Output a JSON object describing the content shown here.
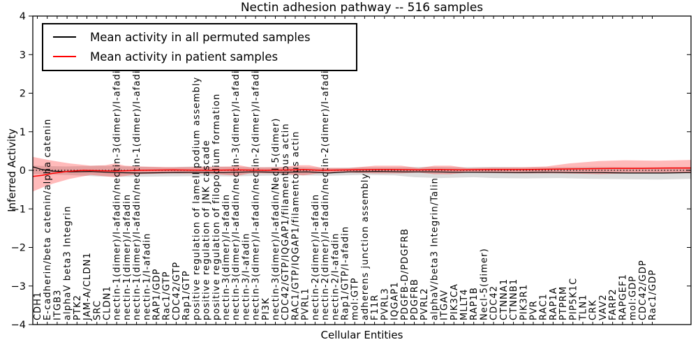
{
  "title": "Nectin adhesion pathway -- 516 samples",
  "axes": {
    "y_label": "Inferred Activity",
    "x_label": "Cellular Entities",
    "y_ticks": [
      4,
      3,
      2,
      1,
      0,
      -1,
      -2,
      -3,
      -4
    ],
    "y_min": -4,
    "y_max": 4
  },
  "legend": {
    "entries": [
      {
        "label": "Mean activity in all permuted samples",
        "color": "#000000"
      },
      {
        "label": "Mean activity in patient samples",
        "color": "#ff0000"
      }
    ]
  },
  "colors": {
    "permuted_line": "#000000",
    "patient_line": "#ff0000",
    "permuted_band": "#8c8c8c",
    "patient_band": "#ff0000",
    "axis": "#000000"
  },
  "chart_data": {
    "type": "line",
    "title": "Nectin adhesion pathway -- 516 samples",
    "xlabel": "Cellular Entities",
    "ylabel": "Inferred Activity",
    "ylim": [
      -4,
      4
    ],
    "grid": false,
    "legend_position": "upper left",
    "categories": [
      "CDH1",
      "E-cadherin/beta catenin/alpha catenin",
      "ITGB3",
      "alphaV beta3 Integrin",
      "PTK2",
      "JAM-A/CLDN1",
      "SRC",
      "CLDN1",
      "nectin-1(dimer)/I-afadin/nectin-3(dimer)/I-afadin",
      "nectin-1(dimer)/I-afadin",
      "nectin-1(dimer)/I-afadin/nectin-1(dimer)/I-afadin",
      "nectin-1/I-afadin",
      "RAP1/GDP",
      "Rac1/GTP",
      "CDC42/GTP",
      "Rap1/GTP",
      "positive regulation of lamellipodium assembly",
      "positive regulation of JNK cascade",
      "positive regulation of filopodium formation",
      "nectin-3(dimer)/I-afadin",
      "nectin-3(dimer)/I-afadin/nectin-3(dimer)/I-afadin",
      "nectin-3/I-afadin",
      "nectin-3(dimer)/I-afadin/nectin-2(dimer)/I-afadin",
      "PI3K",
      "nectin-3(dimer)/I-afadin/Necl-5(dimer)",
      "CDC42/GTP/IQGAP1/filamentous actin",
      "RAC1/GTP/IQGAP1/filamentous actin",
      "PVRL1",
      "nectin-2(dimer)/I-afadin",
      "nectin-2(dimer)/I-afadin/nectin-2(dimer)/I-afadin",
      "nectin-2/I-afadin",
      "Rap1/GTP/I-afadin",
      "mol:GTP",
      "adherens junction assembly",
      "F11R",
      "PVRL3",
      "IQGAP1",
      "PDGFB-D/PDGFRB",
      "PDGFRB",
      "PVRL2",
      "alphaV/beta3 Integrin/Talin",
      "ITGAV",
      "PIK3CA",
      "MLLT4",
      "RAP1B",
      "Necl-5(dimer)",
      "CDC42",
      "CTNNA1",
      "CTNNB1",
      "PIK3R1",
      "PVR",
      "RAC1",
      "RAP1A",
      "PTPRM",
      "PIP5K1C",
      "TLN1",
      "CRK",
      "VAV2",
      "FARP2",
      "RAPGEF1",
      "mol:GDP",
      "CDC42/GDP",
      "Rac1/GDP"
    ],
    "series": [
      {
        "name": "Mean activity in all permuted samples",
        "color": "#000000",
        "style": "solid",
        "points_frac": [
          [
            0,
            0.09
          ],
          [
            0.014,
            0.02
          ],
          [
            0.03,
            -0.02
          ],
          [
            0.056,
            -0.04
          ],
          [
            0.088,
            -0.03
          ],
          [
            0.125,
            -0.06
          ],
          [
            0.162,
            -0.07
          ],
          [
            0.205,
            -0.06
          ],
          [
            0.247,
            -0.05
          ],
          [
            0.29,
            -0.06
          ],
          [
            0.332,
            -0.04
          ],
          [
            0.374,
            -0.05
          ],
          [
            0.417,
            -0.04
          ],
          [
            0.449,
            -0.07
          ],
          [
            0.48,
            -0.04
          ],
          [
            0.523,
            -0.03
          ],
          [
            0.565,
            -0.04
          ],
          [
            0.608,
            -0.04
          ],
          [
            0.65,
            -0.05
          ],
          [
            0.692,
            -0.05
          ],
          [
            0.735,
            -0.06
          ],
          [
            0.777,
            -0.05
          ],
          [
            0.82,
            -0.06
          ],
          [
            0.862,
            -0.06
          ],
          [
            0.904,
            -0.07
          ],
          [
            0.957,
            -0.07
          ],
          [
            1,
            -0.06
          ]
        ]
      },
      {
        "name": "Mean activity in patient samples",
        "color": "#ff0000",
        "style": "solid",
        "points_frac": [
          [
            0,
            -0.16
          ],
          [
            0.014,
            -0.13
          ],
          [
            0.03,
            -0.08
          ],
          [
            0.051,
            -0.03
          ],
          [
            0.077,
            0
          ],
          [
            0.125,
            -0.02
          ],
          [
            0.162,
            0
          ],
          [
            0.215,
            0.01
          ],
          [
            0.268,
            0
          ],
          [
            0.311,
            0.01
          ],
          [
            0.353,
            0
          ],
          [
            0.396,
            0.01
          ],
          [
            0.411,
            0.02
          ],
          [
            0.438,
            0
          ],
          [
            0.48,
            0.01
          ],
          [
            0.528,
            0.02
          ],
          [
            0.544,
            0.02
          ],
          [
            0.586,
            0.01
          ],
          [
            0.618,
            0.02
          ],
          [
            0.65,
            0.01
          ],
          [
            0.692,
            0.02
          ],
          [
            0.745,
            0.02
          ],
          [
            0.798,
            0.03
          ],
          [
            0.841,
            0.04
          ],
          [
            0.883,
            0.05
          ],
          [
            0.925,
            0.05
          ],
          [
            0.968,
            0.06
          ],
          [
            1,
            0.06
          ]
        ]
      }
    ],
    "bands": [
      {
        "name": "permuted samples std band",
        "color": "#8c8c8c",
        "opacity": 0.3,
        "upper_frac": [
          [
            0,
            0.12
          ],
          [
            0.05,
            0.1
          ],
          [
            0.1,
            0.12
          ],
          [
            0.15,
            0.1
          ],
          [
            0.2,
            0.08
          ],
          [
            0.25,
            0.1
          ],
          [
            0.3,
            0.09
          ],
          [
            0.35,
            0.08
          ],
          [
            0.4,
            0.09
          ],
          [
            0.45,
            0.06
          ],
          [
            0.5,
            0.08
          ],
          [
            0.55,
            0.08
          ],
          [
            0.6,
            0.09
          ],
          [
            0.65,
            0.08
          ],
          [
            0.7,
            0.09
          ],
          [
            0.75,
            0.08
          ],
          [
            0.8,
            0.08
          ],
          [
            0.85,
            0.09
          ],
          [
            0.9,
            0.08
          ],
          [
            0.95,
            0.08
          ],
          [
            1,
            0.09
          ]
        ],
        "lower_frac": [
          [
            0,
            -0.1
          ],
          [
            0.05,
            -0.12
          ],
          [
            0.1,
            -0.16
          ],
          [
            0.15,
            -0.17
          ],
          [
            0.2,
            -0.16
          ],
          [
            0.25,
            -0.15
          ],
          [
            0.3,
            -0.16
          ],
          [
            0.35,
            -0.14
          ],
          [
            0.4,
            -0.13
          ],
          [
            0.45,
            -0.14
          ],
          [
            0.5,
            -0.12
          ],
          [
            0.55,
            -0.13
          ],
          [
            0.58,
            -0.18
          ],
          [
            0.62,
            -0.2
          ],
          [
            0.67,
            -0.18
          ],
          [
            0.7,
            -0.2
          ],
          [
            0.75,
            -0.21
          ],
          [
            0.8,
            -0.2
          ],
          [
            0.85,
            -0.22
          ],
          [
            0.9,
            -0.23
          ],
          [
            0.95,
            -0.24
          ],
          [
            1,
            -0.22
          ]
        ]
      },
      {
        "name": "patient samples std band",
        "color": "#ff0000",
        "opacity": 0.27,
        "upper_frac": [
          [
            0,
            0.35
          ],
          [
            0.014,
            0.3
          ],
          [
            0.03,
            0.25
          ],
          [
            0.056,
            0.18
          ],
          [
            0.088,
            0.12
          ],
          [
            0.11,
            0.13
          ],
          [
            0.125,
            0.18
          ],
          [
            0.14,
            0.12
          ],
          [
            0.162,
            0.1
          ],
          [
            0.215,
            0.08
          ],
          [
            0.268,
            0.09
          ],
          [
            0.3,
            0.1
          ],
          [
            0.311,
            0.14
          ],
          [
            0.33,
            0.08
          ],
          [
            0.374,
            0.08
          ],
          [
            0.405,
            0.13
          ],
          [
            0.42,
            0.13
          ],
          [
            0.438,
            0.07
          ],
          [
            0.48,
            0.06
          ],
          [
            0.52,
            0.12
          ],
          [
            0.56,
            0.12
          ],
          [
            0.586,
            0.06
          ],
          [
            0.61,
            0.12
          ],
          [
            0.635,
            0.12
          ],
          [
            0.66,
            0.06
          ],
          [
            0.692,
            0.07
          ],
          [
            0.745,
            0.08
          ],
          [
            0.78,
            0.1
          ],
          [
            0.815,
            0.18
          ],
          [
            0.86,
            0.24
          ],
          [
            0.9,
            0.26
          ],
          [
            0.95,
            0.25
          ],
          [
            1,
            0.27
          ]
        ],
        "lower_frac": [
          [
            0,
            -0.55
          ],
          [
            0.014,
            -0.45
          ],
          [
            0.03,
            -0.35
          ],
          [
            0.056,
            -0.22
          ],
          [
            0.088,
            -0.12
          ],
          [
            0.125,
            -0.18
          ],
          [
            0.162,
            -0.1
          ],
          [
            0.215,
            -0.08
          ],
          [
            0.268,
            -0.09
          ],
          [
            0.311,
            -0.14
          ],
          [
            0.33,
            -0.08
          ],
          [
            0.374,
            -0.08
          ],
          [
            0.411,
            -0.13
          ],
          [
            0.438,
            -0.07
          ],
          [
            0.48,
            -0.06
          ],
          [
            0.52,
            -0.08
          ],
          [
            0.56,
            -0.08
          ],
          [
            0.586,
            -0.06
          ],
          [
            0.61,
            -0.1
          ],
          [
            0.635,
            -0.1
          ],
          [
            0.66,
            -0.06
          ],
          [
            0.692,
            -0.07
          ],
          [
            0.745,
            -0.08
          ],
          [
            0.8,
            -0.08
          ],
          [
            0.86,
            -0.1
          ],
          [
            0.9,
            -0.08
          ],
          [
            0.95,
            -0.08
          ],
          [
            1,
            -0.07
          ]
        ]
      }
    ],
    "reference_lines": [
      {
        "y": 0,
        "style": "dotted",
        "color": "#000000"
      }
    ]
  }
}
